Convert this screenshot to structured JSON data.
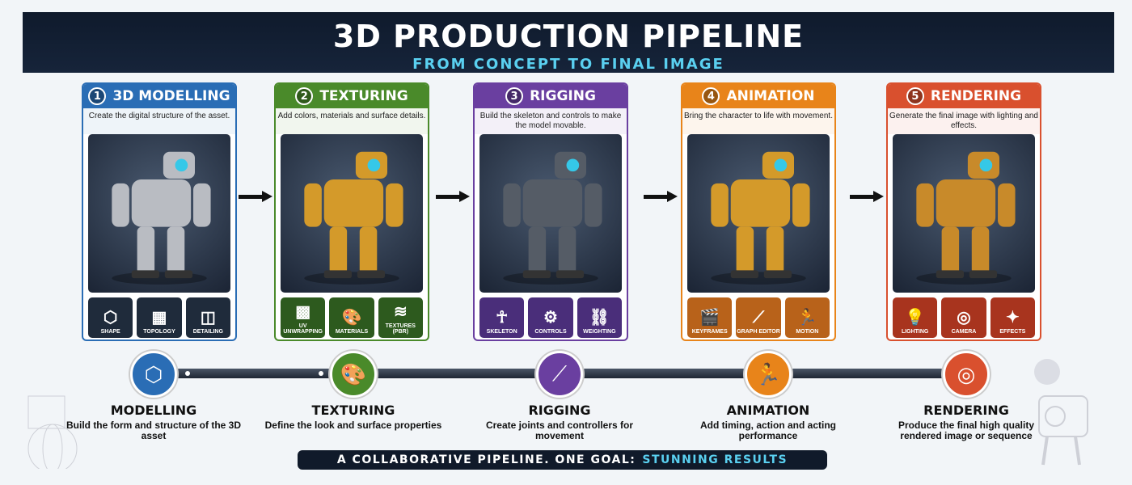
{
  "header": {
    "title": "3D PRODUCTION PIPELINE",
    "subtitle": "FROM CONCEPT TO FINAL IMAGE"
  },
  "cards": [
    {
      "num": "1",
      "title": "3D MODELLING",
      "desc": "Create the digital structure of the asset.",
      "color": "#2a6db5",
      "tile_color": "#1f2b3b",
      "body": "#b9bcc2",
      "tiles": [
        {
          "icon": "cube-icon",
          "glyph": "⬡",
          "label": "SHAPE"
        },
        {
          "icon": "mesh-icon",
          "glyph": "▦",
          "label": "TOPOLOGY"
        },
        {
          "icon": "layers-icon",
          "glyph": "◫",
          "label": "DETAILING"
        }
      ]
    },
    {
      "num": "2",
      "title": "TEXTURING",
      "desc": "Add colors, materials and surface details.",
      "color": "#4a8a2a",
      "tile_color": "#2d5a1e",
      "body": "#d49a2a",
      "tiles": [
        {
          "icon": "checker-icon",
          "glyph": "▩",
          "label": "UV UNWRAPPING"
        },
        {
          "icon": "palette-icon",
          "glyph": "🎨",
          "label": "MATERIALS"
        },
        {
          "icon": "stack-icon",
          "glyph": "≋",
          "label": "TEXTURES (PBR)"
        }
      ]
    },
    {
      "num": "3",
      "title": "RIGGING",
      "desc": "Build the skeleton and controls to make the model movable.",
      "color": "#6a3fa0",
      "tile_color": "#4a2e7a",
      "body": "#555c66",
      "tiles": [
        {
          "icon": "skeleton-icon",
          "glyph": "☥",
          "label": "SKELETON"
        },
        {
          "icon": "gears-icon",
          "glyph": "⚙",
          "label": "CONTROLS"
        },
        {
          "icon": "chain-icon",
          "glyph": "⛓",
          "label": "WEIGHTING"
        }
      ]
    },
    {
      "num": "4",
      "title": "ANIMATION",
      "desc": "Bring the character to life with movement.",
      "color": "#e8841a",
      "tile_color": "#b8621a",
      "body": "#d49a2a",
      "tiles": [
        {
          "icon": "clapperboard-icon",
          "glyph": "🎬",
          "label": "KEYFRAMES"
        },
        {
          "icon": "graph-icon",
          "glyph": "⟋",
          "label": "GRAPH EDITOR"
        },
        {
          "icon": "running-icon",
          "glyph": "🏃",
          "label": "MOTION"
        }
      ]
    },
    {
      "num": "5",
      "title": "RENDERING",
      "desc": "Generate the final image with lighting and effects.",
      "color": "#d9502e",
      "tile_color": "#a8341e",
      "body": "#c88a2a",
      "tiles": [
        {
          "icon": "lightbulb-icon",
          "glyph": "💡",
          "label": "LIGHTING"
        },
        {
          "icon": "aperture-icon",
          "glyph": "◎",
          "label": "CAMERA"
        },
        {
          "icon": "sparkle-icon",
          "glyph": "✦",
          "label": "EFFECTS"
        }
      ]
    }
  ],
  "timeline": [
    {
      "title": "MODELLING",
      "desc": "Build the form and structure of the 3D asset",
      "icon": "cube-icon",
      "glyph": "⬡",
      "color": "#2a6db5"
    },
    {
      "title": "TEXTURING",
      "desc": "Define the look and surface properties",
      "icon": "palette-icon",
      "glyph": "🎨",
      "color": "#4a8a2a"
    },
    {
      "title": "RIGGING",
      "desc": "Create joints and controllers for movement",
      "icon": "bone-icon",
      "glyph": "⟋",
      "color": "#6a3fa0"
    },
    {
      "title": "ANIMATION",
      "desc": "Add timing, action and acting performance",
      "icon": "running-icon",
      "glyph": "🏃",
      "color": "#e8841a"
    },
    {
      "title": "RENDERING",
      "desc": "Produce the final high quality rendered image or sequence",
      "icon": "aperture-icon",
      "glyph": "◎",
      "color": "#d9502e"
    }
  ],
  "banner": {
    "text": "A COLLABORATIVE PIPELINE. ONE GOAL:",
    "highlight": "STUNNING RESULTS"
  }
}
